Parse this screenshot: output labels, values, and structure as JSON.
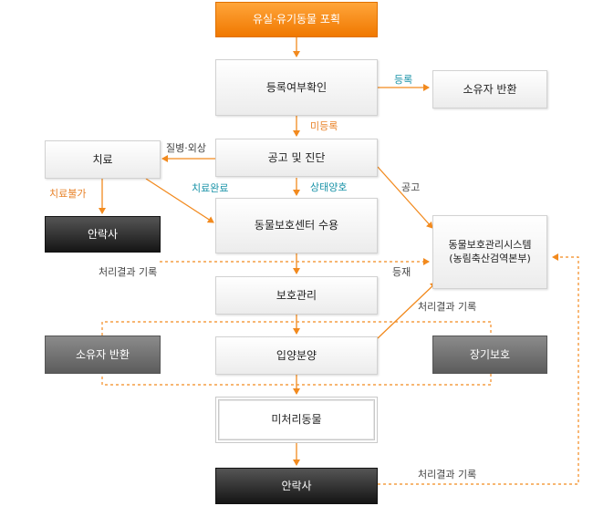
{
  "nodes": {
    "capture": "유실·유기동물 포획",
    "registration_check": "등록여부확인",
    "owner_return_top": "소유자 반환",
    "notice_diagnosis": "공고 및 진단",
    "treatment": "치료",
    "euthanasia_top": "안락사",
    "shelter": "동물보호센터 수용",
    "system_line1": "동물보호관리시스템",
    "system_line2": "(농림축산검역본부)",
    "care": "보호관리",
    "owner_return_left": "소유자 반환",
    "adoption": "입양분양",
    "long_term": "장기보호",
    "unprocessed": "미처리동물",
    "euthanasia_bottom": "안락사"
  },
  "labels": {
    "registered": "등록",
    "unregistered": "미등록",
    "disease_injury": "질병·외상",
    "treatment_done": "치료완료",
    "good_condition": "상태양호",
    "untreatable": "치료불가",
    "notice": "공고",
    "record_result_1": "처리결과 기록",
    "posted": "등재",
    "record_result_2": "처리결과 기록",
    "record_result_3": "처리결과 기록"
  },
  "colors": {
    "accent_orange": "#f28a1e",
    "label_teal": "#1a93a8",
    "dark_box": "#222222",
    "gray_box": "#6e6e6e"
  }
}
